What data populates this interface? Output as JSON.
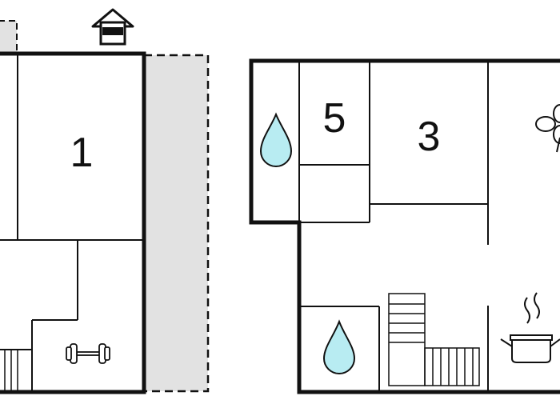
{
  "plan": {
    "rooms": [
      {
        "id": "room-1",
        "label": "1"
      },
      {
        "id": "room-5",
        "label": "5"
      },
      {
        "id": "room-3",
        "label": "3"
      }
    ],
    "icons": {
      "entrance": "house-entrance-icon",
      "water": "water-drop-icon",
      "gym": "dumbbell-icon",
      "fan": "fan-icon",
      "cooking": "cooking-pot-icon",
      "stairs": "staircase-icon"
    },
    "colors": {
      "wall": "#111111",
      "terrace": "#e2e2e2",
      "water": "#b8ecf2"
    }
  }
}
